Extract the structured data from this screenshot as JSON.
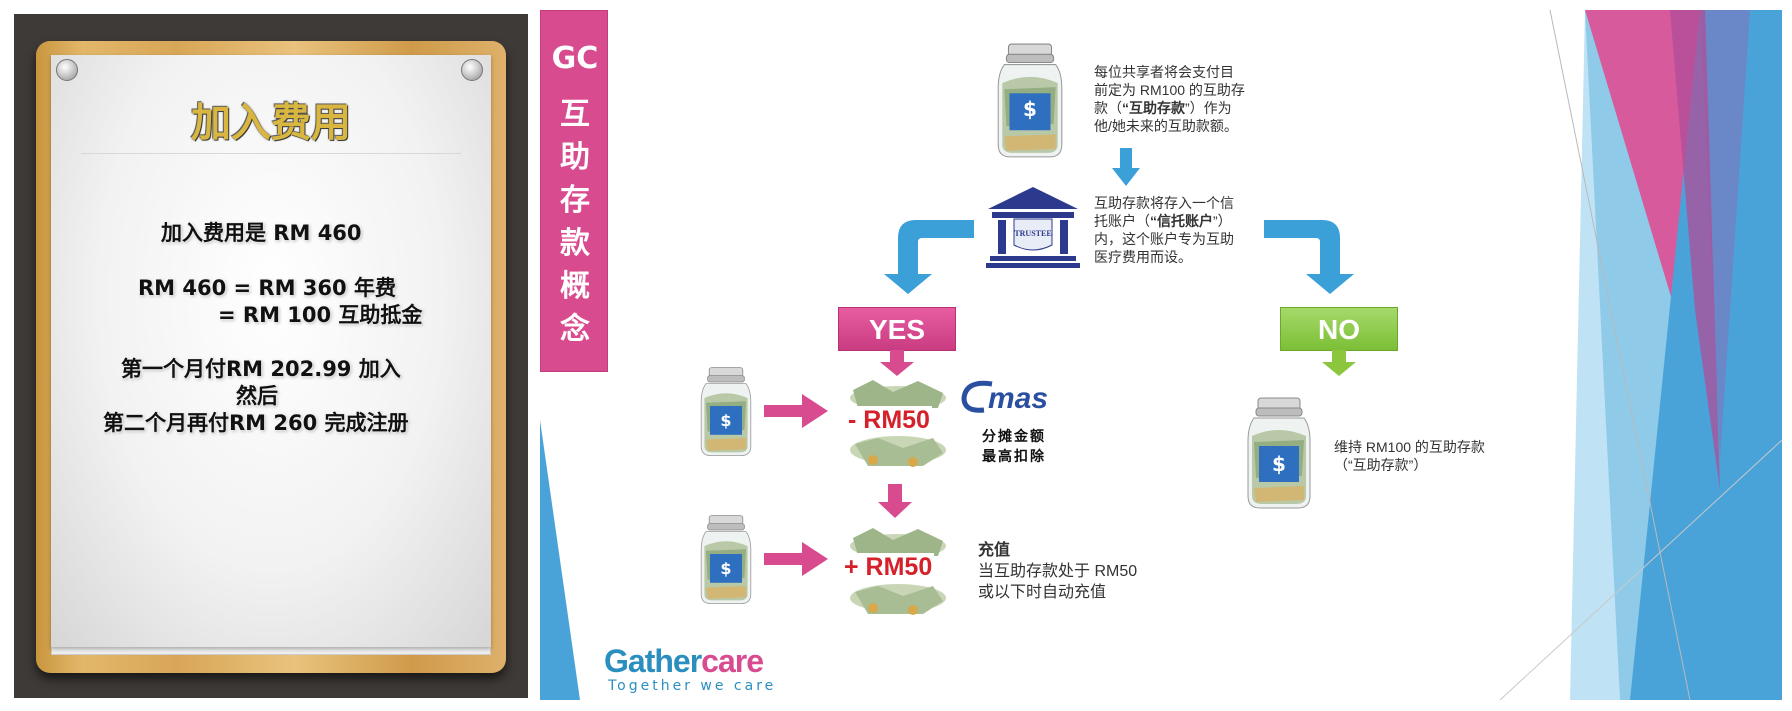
{
  "left": {
    "title": "加入费用",
    "lines": [
      "加入费用是 RM 460",
      "RM 460 = RM 360 年费",
      "= RM 100 互助抵金",
      "第一个月付RM 202.99 加入",
      "然后",
      "第二个月再付RM 260 完成注册"
    ]
  },
  "right": {
    "side_label": {
      "gc": "GC",
      "chars": [
        "互",
        "助",
        "存",
        "款",
        "概",
        "念"
      ]
    },
    "note1": {
      "l1": "每位共享者将会支付目",
      "l2": "前定为 RM100 的互助存",
      "l3a": "款（",
      "l3b": "“互助存款",
      "l3c": "”）作为",
      "l4": "他/她未来的互助款额。"
    },
    "trustee_label": "TRUSTEE",
    "note2": {
      "l1": "互助存款将存入一个信",
      "l2a": "托账户（",
      "l2b": "“信托账户",
      "l2c": "”）",
      "l3": "内，这个账户专为互助",
      "l4": "医疗费用而设。"
    },
    "yes_label": "YES",
    "no_label": "NO",
    "minus_amount": "- RM50",
    "plus_amount": "+ RM50",
    "emas_logo": "mas",
    "emas_caption1": "分摊金额",
    "emas_caption2": "最高扣除",
    "topup": {
      "title": "充值",
      "l1": "当互助存款处于 RM50",
      "l2": "或以下时自动充值"
    },
    "keep": {
      "l1": "维持 RM100 的互助存款",
      "l2": "（“互助存款”）"
    },
    "logo": {
      "gather": "Gather",
      "care": "care",
      "tagline": "Together we care"
    },
    "jar_symbol": "$"
  },
  "colors": {
    "pink": "#d94b8f",
    "blue": "#2a8fbf",
    "green": "#8cc63f",
    "red": "#d4212a",
    "navy": "#2b3a8c"
  }
}
